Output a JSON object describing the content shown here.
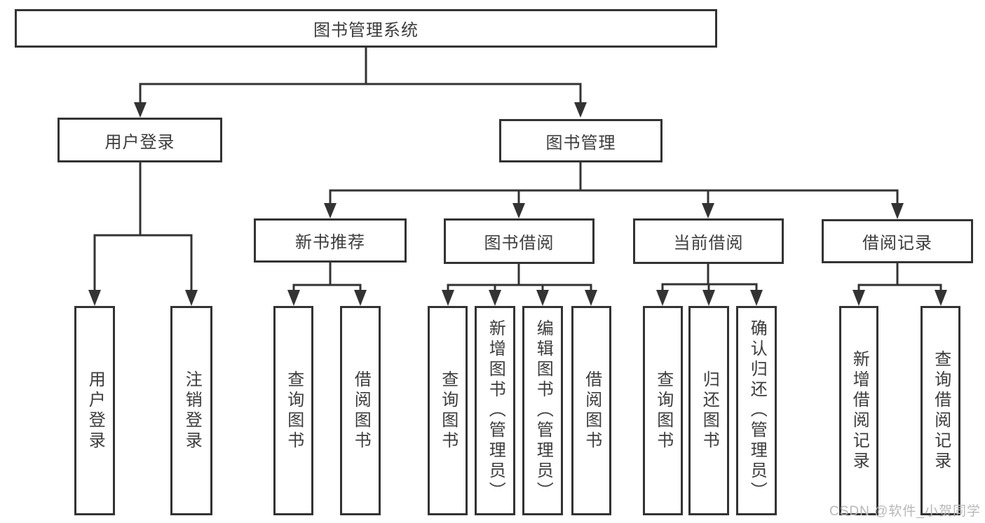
{
  "title": "图书管理系统",
  "nodes": {
    "root": {
      "label": "图书管理系统"
    },
    "user_login": {
      "label": "用户登录"
    },
    "book_mgmt": {
      "label": "图书管理"
    },
    "new_book_rec": {
      "label": "新书推荐"
    },
    "book_borrow": {
      "label": "图书借阅"
    },
    "cur_borrow": {
      "label": "当前借阅"
    },
    "borrow_rec": {
      "label": "借阅记录"
    },
    "leaf_user_login": {
      "label": "用户登录"
    },
    "leaf_logout": {
      "label": "注销登录"
    },
    "leaf_nbr_query": {
      "label": "查询图书"
    },
    "leaf_nbr_borrow": {
      "label": "借阅图书"
    },
    "leaf_bb_query": {
      "label": "查询图书"
    },
    "leaf_bb_add": {
      "label": "新增图书（管理员）"
    },
    "leaf_bb_edit": {
      "label": "编辑图书（管理员）"
    },
    "leaf_bb_borrow": {
      "label": "借阅图书"
    },
    "leaf_cb_query": {
      "label": "查询图书"
    },
    "leaf_cb_return": {
      "label": "归还图书"
    },
    "leaf_cb_confirm": {
      "label": "确认归还（管理员）"
    },
    "leaf_br_add": {
      "label": "新增借阅记录"
    },
    "leaf_br_query": {
      "label": "查询借阅记录"
    }
  },
  "hierarchy": {
    "图书管理系统": {
      "用户登录": [
        "用户登录",
        "注销登录"
      ],
      "图书管理": {
        "新书推荐": [
          "查询图书",
          "借阅图书"
        ],
        "图书借阅": [
          "查询图书",
          "新增图书（管理员）",
          "编辑图书（管理员）",
          "借阅图书"
        ],
        "当前借阅": [
          "查询图书",
          "归还图书",
          "确认归还（管理员）"
        ],
        "借阅记录": [
          "新增借阅记录",
          "查询借阅记录"
        ]
      }
    }
  },
  "watermark": "CSDN @软件_小贺同学",
  "colors": {
    "line": "#333333",
    "text": "#3c3c3c",
    "watermark": "#b8b8b8",
    "background": "#ffffff"
  }
}
